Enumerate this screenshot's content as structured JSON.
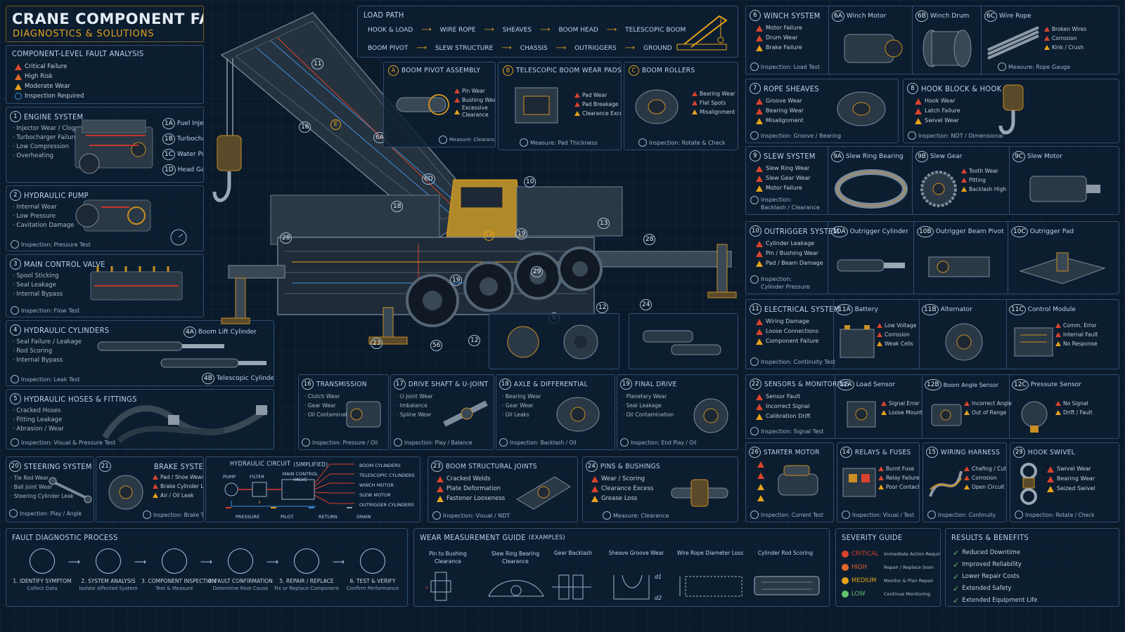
{
  "header": {
    "title": "CRANE COMPONENT FAILURE",
    "subtitle": "DIAGNOSTICS & SOLUTIONS"
  },
  "legend": {
    "title": "COMPONENT-LEVEL FAULT ANALYSIS",
    "items": [
      "Critical Failure",
      "High Risk",
      "Moderate Wear",
      "Inspection Required"
    ]
  },
  "load_path": {
    "title": "LOAD PATH",
    "row1": [
      "HOOK & LOAD",
      "WIRE ROPE",
      "SHEAVES",
      "BOOM HEAD",
      "TELESCOPIC BOOM"
    ],
    "row2": [
      "BOOM PIVOT",
      "SLEW STRUCTURE",
      "CHASSIS",
      "OUTRIGGERS",
      "GROUND"
    ]
  },
  "engine": {
    "num": "1",
    "title": "ENGINE SYSTEM",
    "bullets": [
      "· Injector Wear / Clogging",
      "· Turbocharger Failure",
      "· Low Compression",
      "· Overheating"
    ],
    "subs": [
      {
        "num": "1A",
        "label": "Fuel Injectors"
      },
      {
        "num": "1B",
        "label": "Turbocharger"
      },
      {
        "num": "1C",
        "label": "Water Pump"
      },
      {
        "num": "1D",
        "label": "Head Gasket"
      }
    ]
  },
  "pump": {
    "num": "2",
    "title": "HYDRAULIC PUMP",
    "bullets": [
      "· Internal Wear",
      "· Low Pressure",
      "· Cavitation Damage"
    ],
    "insp": "Inspection: Pressure Test"
  },
  "valve": {
    "num": "3",
    "title": "MAIN CONTROL VALVE",
    "bullets": [
      "· Spool Sticking",
      "· Seal Leakage",
      "· Internal Bypass"
    ],
    "insp": "Inspection: Flow Test"
  },
  "cyl": {
    "num": "4",
    "title": "HYDRAULIC CYLINDERS",
    "bullets": [
      "· Seal Failure / Leakage",
      "· Rod Scoring",
      "· Internal Bypass"
    ],
    "insp": "Inspection: Leak Test",
    "sub_a": {
      "num": "4A",
      "label": "Boom Lift Cylinder"
    },
    "sub_b": {
      "num": "4B",
      "label": "Telescopic Cylinder"
    }
  },
  "hoses": {
    "num": "5",
    "title": "HYDRAULIC HOSES & FITTINGS",
    "bullets": [
      "· Cracked Hoses",
      "· Fitting Leakage",
      "· Abrasion / Wear"
    ],
    "insp": "Inspection: Visual & Pressure Test"
  },
  "steering": {
    "num": "20",
    "title": "STEERING SYSTEM",
    "bullets": [
      "· Tie Rod Wear",
      "· Ball Joint Wear",
      "· Steering Cylinder Leak"
    ],
    "insp": "Inspection: Play / Angle"
  },
  "brake": {
    "num": "21",
    "title": "BRAKE SYSTEM",
    "items": [
      "Pad / Shoe Wear",
      "Brake Cylinder Leak",
      "Air / Oil Leak"
    ],
    "insp": "Inspection: Brake Test"
  },
  "circuit": {
    "title": "HYDRAULIC CIRCUIT",
    "title_note": "(SIMPLIFIED)",
    "blocks": [
      "PUMP",
      "FILTER",
      "MAIN CONTROL VALVE"
    ],
    "outputs": [
      "BOOM CYLINDERS",
      "TELESCOPIC CYLINDERS",
      "WINCH MOTOR",
      "SLEW MOTOR",
      "OUTRIGGER CYLINDERS"
    ],
    "legend": [
      "PRESSURE",
      "PILOT",
      "RETURN",
      "DRAIN"
    ],
    "colors": [
      "#d9432b",
      "#e6a21a",
      "#3d8fd8",
      "#8aa0b5"
    ]
  },
  "boom_pivot": {
    "num": "A",
    "title": "BOOM PIVOT ASSEMBLY",
    "items": [
      "Pin Wear",
      "Bushing Wear",
      "Excessive Clearance"
    ],
    "insp": "Measure: Clearance"
  },
  "wear_pads": {
    "num": "B",
    "title": "TELESCOPIC BOOM WEAR PADS",
    "items": [
      "Pad Wear",
      "Pad Breakage",
      "Clearance Excess"
    ],
    "insp": "Measure: Pad Thickness"
  },
  "rollers": {
    "num": "C",
    "title": "BOOM ROLLERS",
    "items": [
      "Bearing Wear",
      "Flat Spots",
      "Misalignment"
    ],
    "insp": "Inspection: Rotate & Check"
  },
  "transmission": {
    "num": "16",
    "title": "TRANSMISSION",
    "bullets": [
      "· Clutch Wear",
      "· Gear Wear",
      "· Oil Contamination"
    ],
    "insp": "Inspection: Pressure / Oil"
  },
  "driveshaft": {
    "num": "17",
    "title": "DRIVE SHAFT & U-JOINT",
    "bullets": [
      "· U-Joint Wear",
      "· Imbalance",
      "· Spline Wear"
    ],
    "insp": "Inspection: Play / Balance"
  },
  "axle": {
    "num": "18",
    "title": "AXLE & DIFFERENTIAL",
    "bullets": [
      "· Bearing Wear",
      "· Gear Wear",
      "· Oil Leaks"
    ],
    "insp": "Inspection: Backlash / Oil"
  },
  "final": {
    "num": "19",
    "title": "FINAL DRIVE",
    "bullets": [
      "· Planetary Wear",
      "· Seal Leakage",
      "· Oil Contamination"
    ],
    "insp": "Inspection: End Play / Oil"
  },
  "joints": {
    "num": "23",
    "title": "BOOM STRUCTURAL JOINTS",
    "items": [
      "Cracked Welds",
      "Plate Deformation",
      "Fastener Looseness"
    ],
    "insp": "Inspection: Visual / NDT"
  },
  "pins": {
    "num": "24",
    "title": "PINS & BUSHINGS",
    "items": [
      "Wear / Scoring",
      "Clearance Excess",
      "Grease Loss"
    ],
    "insp": "Measure: Clearance"
  },
  "winch": {
    "num": "6",
    "title": "WINCH SYSTEM",
    "items": [
      "Motor Failure",
      "Drum Wear",
      "Brake Failure"
    ],
    "insp": "Inspection: Load Test",
    "subs": [
      {
        "num": "6A",
        "label": "Winch Motor"
      },
      {
        "num": "6B",
        "label": "Winch Drum"
      },
      {
        "num": "6C",
        "label": "Wire Rope"
      }
    ],
    "rope_items": [
      "Broken Wires",
      "Corrosion",
      "Kink / Crush"
    ],
    "rope_insp": "Measure: Rope Gauge"
  },
  "sheaves": {
    "num": "7",
    "title": "ROPE SHEAVES",
    "items": [
      "Groove Wear",
      "Bearing Wear",
      "Misalignment"
    ],
    "insp": "Inspection: Groove / Bearing"
  },
  "hook": {
    "num": "8",
    "title": "HOOK BLOCK & HOOK",
    "items": [
      "Hook Wear",
      "Latch Failure",
      "Swivel Wear"
    ],
    "insp": "Inspection: NDT / Dimensional"
  },
  "slew": {
    "num": "9",
    "title": "SLEW SYSTEM",
    "items": [
      "Slew Ring Wear",
      "Slew Gear Wear",
      "Motor Failure"
    ],
    "insp": "Inspection:",
    "insp2": "Backlash / Clearance",
    "subs": [
      {
        "num": "9A",
        "label": "Slew Ring Bearing"
      },
      {
        "num": "9B",
        "label": "Slew Gear"
      },
      {
        "num": "9C",
        "label": "Slew Motor"
      }
    ],
    "gear_items": [
      "Tooth Wear",
      "Pitting",
      "Backlash High"
    ]
  },
  "outrigger": {
    "num": "10",
    "title": "OUTRIGGER SYSTEM",
    "items": [
      "Cylinder Leakage",
      "Pin / Bushing Wear",
      "Pad / Beam Damage"
    ],
    "insp": "Inspection:",
    "insp2": "Cylinder Pressure",
    "subs": [
      {
        "num": "10A",
        "label": "Outrigger Cylinder"
      },
      {
        "num": "10B",
        "label": "Outrigger Beam Pivot"
      },
      {
        "num": "10C",
        "label": "Outrigger Pad"
      }
    ]
  },
  "electrical": {
    "num": "11",
    "title": "ELECTRICAL SYSTEM",
    "items": [
      "Wiring Damage",
      "Loose Connections",
      "Component Failure"
    ],
    "insp": "Inspection: Continuity Test",
    "subs": [
      {
        "num": "11A",
        "label": "Battery"
      },
      {
        "num": "11B",
        "label": "Alternator"
      },
      {
        "num": "11C",
        "label": "Control Module"
      }
    ],
    "battery_items": [
      "Low Voltage",
      "Corrosion",
      "Weak Cells"
    ],
    "module_items": [
      "Comm. Error",
      "Internal Fault",
      "No Response"
    ]
  },
  "sensors": {
    "num": "22",
    "title": "SENSORS & MONITORING",
    "items": [
      "Sensor Fault",
      "Incorrect Signal",
      "Calibration Drift"
    ],
    "insp": "Inspection: Signal Test",
    "subs": [
      {
        "num": "12A",
        "label": "Load Sensor"
      },
      {
        "num": "12B",
        "label": "Boom Angle Sensor"
      },
      {
        "num": "12C",
        "label": "Pressure Sensor"
      }
    ],
    "load_items": [
      "Signal Error",
      "Loose Mount"
    ],
    "angle_items": [
      "Incorrect Angle",
      "Out of Range"
    ],
    "pressure_items": [
      "No Signal",
      "Drift / Fault"
    ]
  },
  "starter": {
    "num": "26",
    "title": "STARTER MOTOR",
    "insp": "Inspection: Current Test"
  },
  "relays": {
    "num": "14",
    "title": "RELAYS & FUSES",
    "items": [
      "Burnt Fuse",
      "Relay Failure",
      "Poor Contact"
    ],
    "insp": "Inspection: Visual / Test"
  },
  "harness": {
    "num": "15",
    "title": "WIRING HARNESS",
    "items": [
      "Chafing / Cut",
      "Corrosion",
      "Open Circuit"
    ],
    "insp": "Inspection: Continuity"
  },
  "swivel": {
    "num": "29",
    "title": "HOOK SWIVEL",
    "items": [
      "Swivel Wear",
      "Bearing Wear",
      "Seized Swivel"
    ],
    "insp": "Inspection: Rotate / Check"
  },
  "process": {
    "title": "FAULT DIAGNOSTIC PROCESS",
    "steps": [
      {
        "label": "1. IDENTIFY SYMPTOM",
        "sub": "Collect Data"
      },
      {
        "label": "2. SYSTEM ANALYSIS",
        "sub": "Isolate Affected System"
      },
      {
        "label": "3. COMPONENT INSPECTION",
        "sub": "Test & Measure"
      },
      {
        "label": "4. FAULT CONFIRMATION",
        "sub": "Determine Root Cause"
      },
      {
        "label": "5. REPAIR / REPLACE",
        "sub": "Fix or Replace Component"
      },
      {
        "label": "6. TEST & VERIFY",
        "sub": "Confirm Performance"
      }
    ]
  },
  "wear_guide": {
    "title": "WEAR MEASUREMENT GUIDE",
    "title_note": "(EXAMPLES)",
    "items": [
      "Pin to Bushing Clearance",
      "Slew Ring Bearing Clearance",
      "Gear Backlash",
      "Sheave Groove Wear",
      "Wire Rope Diameter Loss",
      "Cylinder Rod Scoring"
    ],
    "marks": [
      "d1",
      "d2"
    ]
  },
  "severity": {
    "title": "SEVERITY GUIDE",
    "rows": [
      {
        "level": "CRITICAL",
        "desc": "Immediate Action Required",
        "color": "#d9432b"
      },
      {
        "level": "HIGH",
        "desc": "Repair / Replace Soon",
        "color": "#e0672b"
      },
      {
        "level": "MEDIUM",
        "desc": "Monitor & Plan Repair",
        "color": "#e6a21a"
      },
      {
        "level": "LOW",
        "desc": "Continue Monitoring",
        "color": "#63c26b"
      }
    ]
  },
  "results": {
    "title": "RESULTS & BENEFITS",
    "items": [
      "Reduced Downtime",
      "Improved Reliability",
      "Lower Repair Costs",
      "Extended Safety",
      "Extended Equipment Life"
    ]
  },
  "callouts": [
    "11",
    "E",
    "16",
    "6A",
    "6D",
    "18",
    "28",
    "10",
    "19",
    "14",
    "13",
    "29",
    "28",
    "24",
    "12",
    "19",
    "23",
    "56",
    "6",
    "12"
  ]
}
